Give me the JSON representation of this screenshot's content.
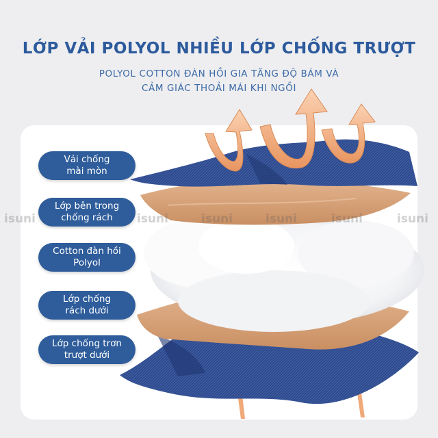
{
  "header": {
    "title": "LỚP VẢI POLYOL NHIỀU LỚP CHỐNG TRƯỢT",
    "subtitle_line1": "POLYOL COTTON ĐÀN HỒI GIA TĂNG ĐỘ BÁM VÀ",
    "subtitle_line2": "CẢM GIÁC THOẢI MÁI KHI NGỒI"
  },
  "layers": [
    {
      "line1": "Vải chống",
      "line2": "mài mòn"
    },
    {
      "line1": "Lớp bên trong",
      "line2": "chống rách"
    },
    {
      "line1": "Cotton đàn hồi",
      "line2": "Polyol"
    },
    {
      "line1": "Lớp chống",
      "line2": "rách dưới"
    },
    {
      "line1": "Lớp chống trơn",
      "line2": "trượt dưới"
    }
  ],
  "watermark": "isuni",
  "colors": {
    "title": "#2c5a9c",
    "label_bg": "#2f5d9b",
    "fabric_blue": "#2e4a8e",
    "fabric_tan": "#d9a57c",
    "arrow": "#f0a978",
    "background": "#eeeef0"
  }
}
